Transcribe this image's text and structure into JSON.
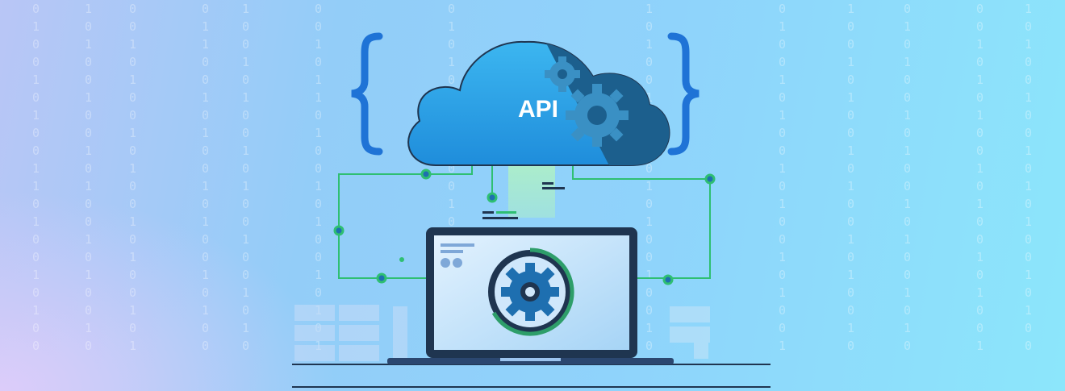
{
  "illustration": {
    "cloud_label": "API",
    "colors": {
      "cloud_light": "#2aa7ec",
      "cloud_dark": "#1c5f8d",
      "gear_blue": "#1e6fb0",
      "brace_blue": "#1f73d6",
      "circuit_green": "#2fbf72",
      "laptop_frame": "#1f3550",
      "screen_blue": "#c9e6fb",
      "progress_ring": "#2e9e6a"
    },
    "icons": [
      "cloud-icon",
      "gear-icon",
      "laptop-icon",
      "server-rack-icon",
      "curly-brace-icon"
    ],
    "binary_digits": [
      "0",
      "1"
    ]
  }
}
